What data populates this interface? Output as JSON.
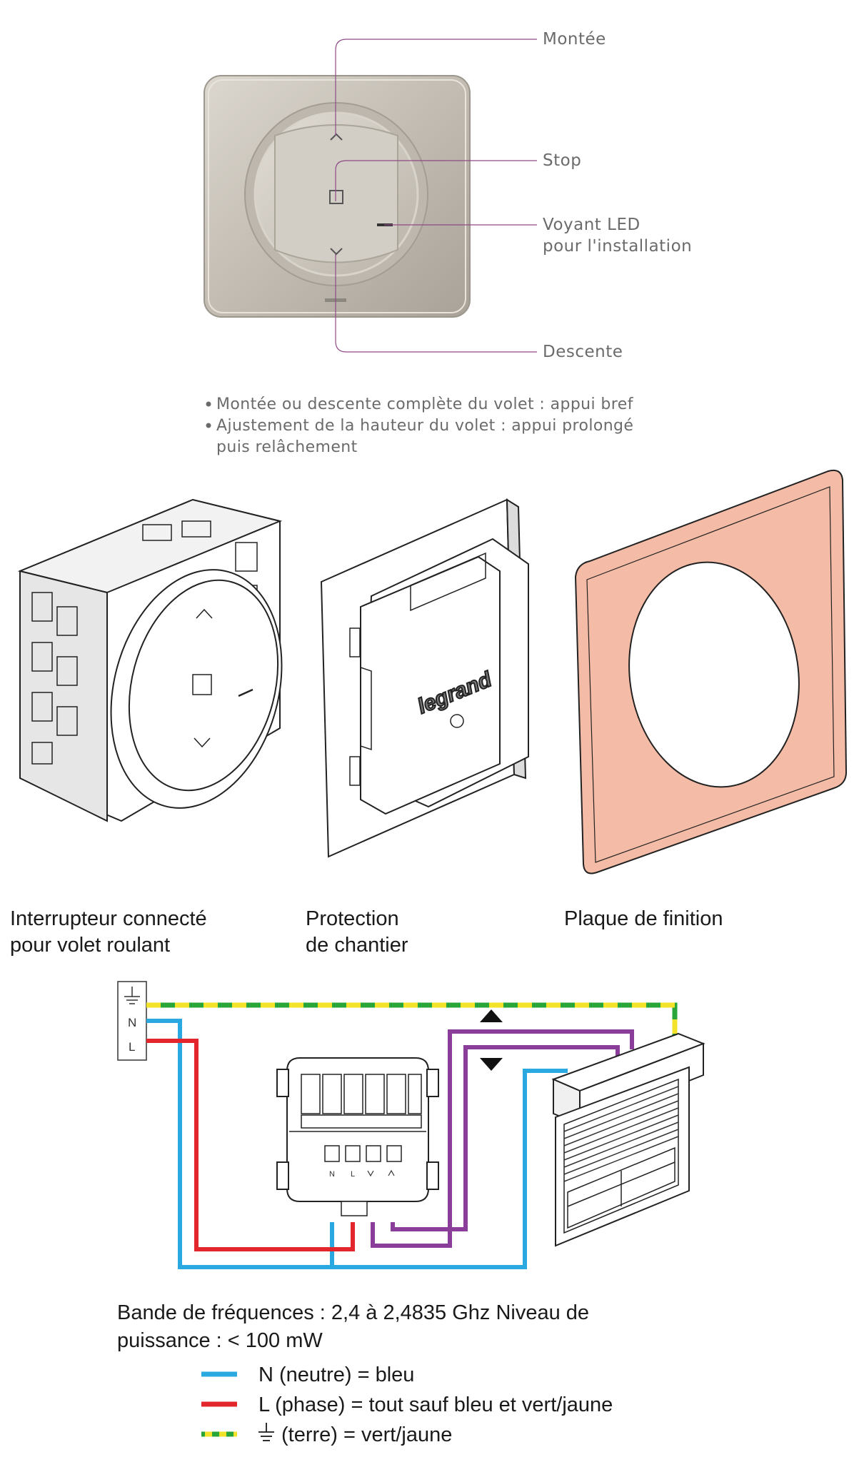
{
  "callouts": {
    "up": "Montée",
    "stop": "Stop",
    "led_line1": "Voyant LED",
    "led_line2": "pour l'installation",
    "down": "Descente"
  },
  "instructions": [
    "Montée ou descente complète du volet : appui bref",
    "Ajustement de la hauteur du volet : appui prolongé",
    "puis relâchement"
  ],
  "products": {
    "switch_line1": "Interrupteur connecté",
    "switch_line2": "pour volet roulant",
    "protection_line1": "Protection",
    "protection_line2": "de chantier",
    "plate": "Plaque de finition",
    "logo": "legrand"
  },
  "wiring": {
    "supply_terminals": {
      "neutral": "N",
      "line": "L"
    },
    "module_terminals": {
      "neutral": "N",
      "line": "L"
    },
    "colors": {
      "neutral": "#29a9e0",
      "phase": "#e3262b",
      "earth_green": "#2aa538",
      "earth_yellow": "#f2e22a",
      "motor": "#8b3d9a",
      "callout_line": "#8e4a86",
      "plate": "#f4bba6"
    }
  },
  "specs": {
    "line1": "Bande de fréquences : 2,4 à 2,4835 Ghz Niveau de",
    "line2": "puissance : < 100 mW"
  },
  "legend": [
    {
      "label": "N (neutre) = bleu",
      "color": "#29a9e0"
    },
    {
      "label": "L (phase) = tout sauf bleu et vert/jaune",
      "color": "#e3262b"
    },
    {
      "label": "(terre) = vert/jaune",
      "color": "#2aa538"
    }
  ]
}
